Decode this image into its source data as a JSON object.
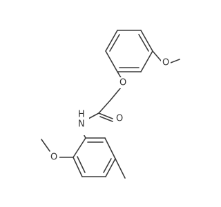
{
  "atoms": {
    "o_ether": "O",
    "o_methoxy_top": "O",
    "o_methoxy_bottom": "O",
    "o_carbonyl": "O",
    "n_amide": "N",
    "h_amide": "H"
  },
  "colors": {
    "bond": "#3a3a3a",
    "label": "#333333",
    "background": "#ffffff"
  }
}
